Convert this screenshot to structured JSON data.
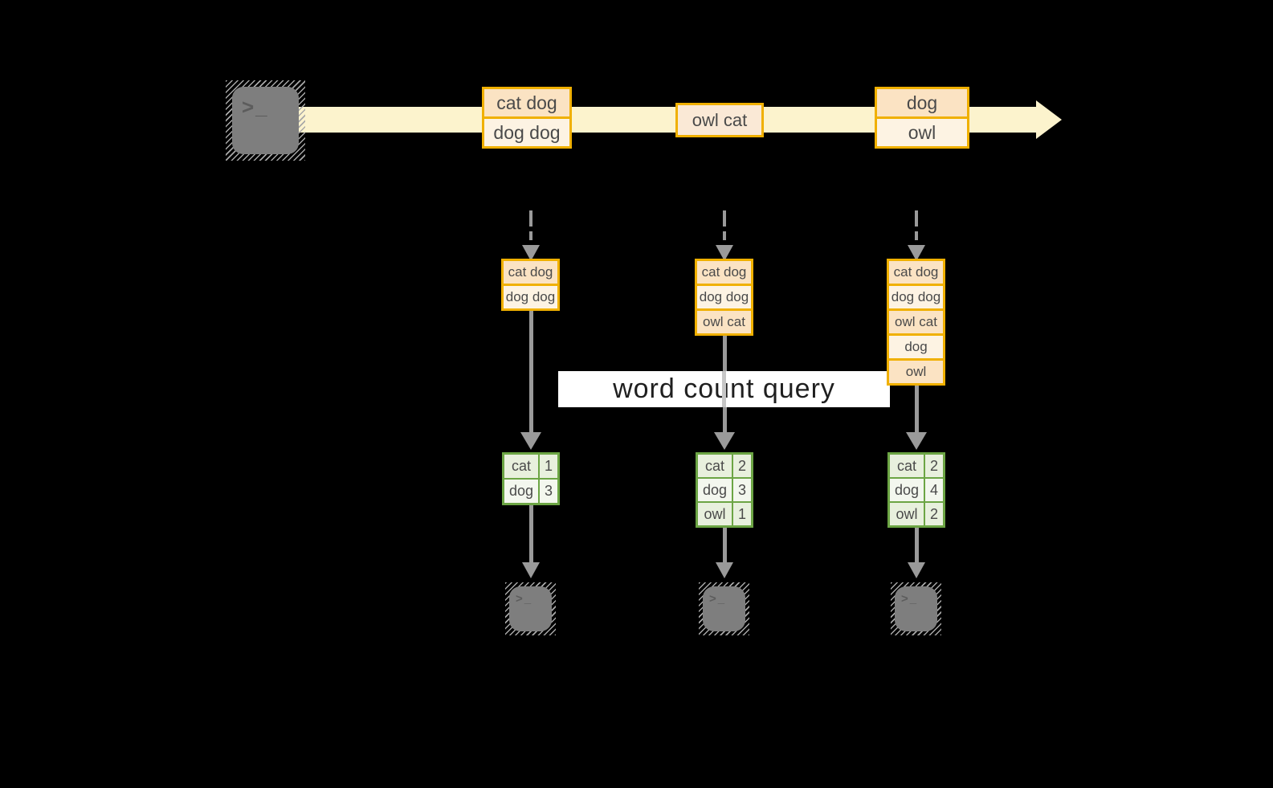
{
  "query": {
    "label": "word count query"
  },
  "timeline": {
    "source_icon": "terminal-icon",
    "prompt_glyph": ">_",
    "events": [
      {
        "lines": [
          "cat dog",
          "dog dog"
        ]
      },
      {
        "lines": [
          "owl cat"
        ]
      },
      {
        "lines": [
          "dog",
          "owl"
        ]
      }
    ]
  },
  "columns": [
    {
      "state_log": [
        "cat dog",
        "dog dog"
      ],
      "counts": [
        {
          "word": "cat",
          "count": "1"
        },
        {
          "word": "dog",
          "count": "3"
        }
      ]
    },
    {
      "state_log": [
        "cat dog",
        "dog dog",
        "owl cat"
      ],
      "counts": [
        {
          "word": "cat",
          "count": "2"
        },
        {
          "word": "dog",
          "count": "3"
        },
        {
          "word": "owl",
          "count": "1"
        }
      ]
    },
    {
      "state_log": [
        "cat dog",
        "dog dog",
        "owl cat",
        "dog",
        "owl"
      ],
      "counts": [
        {
          "word": "cat",
          "count": "2"
        },
        {
          "word": "dog",
          "count": "4"
        },
        {
          "word": "owl",
          "count": "2"
        }
      ]
    }
  ],
  "colors": {
    "background": "#000000",
    "stream_band": "#fcf3cd",
    "event_border": "#f0b000",
    "event_fill_dark": "#fbe3c3",
    "event_fill_light": "#fdf3e3",
    "table_border": "#6ca544",
    "table_fill_dark": "#e8f0dd",
    "table_fill_light": "#f3f7ee",
    "arrow_gray": "#9a9a9a",
    "terminal_gray": "#7e7e7e"
  }
}
